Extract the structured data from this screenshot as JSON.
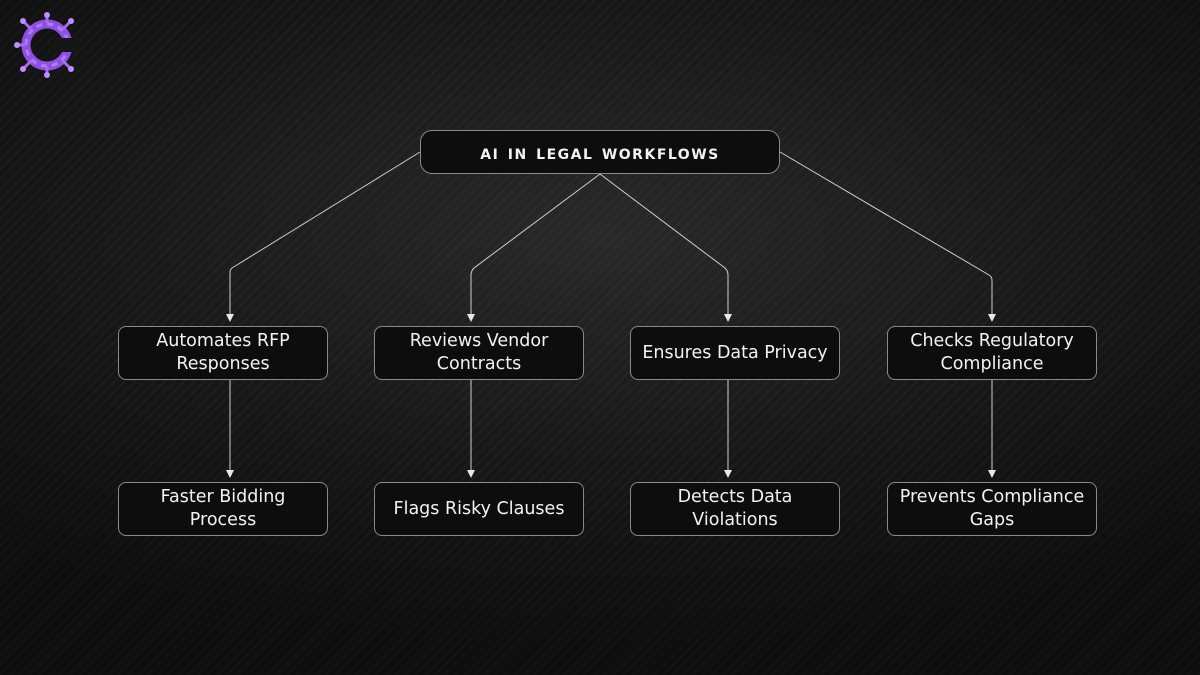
{
  "brand": {
    "logo_icon": "circuit-c-logo-icon",
    "accent_color": "#8e4fe3"
  },
  "diagram": {
    "root": "AI in Legal Workflows",
    "branches": [
      {
        "action": "Automates RFP Responses",
        "outcome": "Faster Bidding Process"
      },
      {
        "action": "Reviews Vendor Contracts",
        "outcome": "Flags Risky Clauses"
      },
      {
        "action": "Ensures Data Privacy",
        "outcome": "Detects Data Violations"
      },
      {
        "action": "Checks Regulatory Compliance",
        "outcome": "Prevents Compliance Gaps"
      }
    ]
  }
}
